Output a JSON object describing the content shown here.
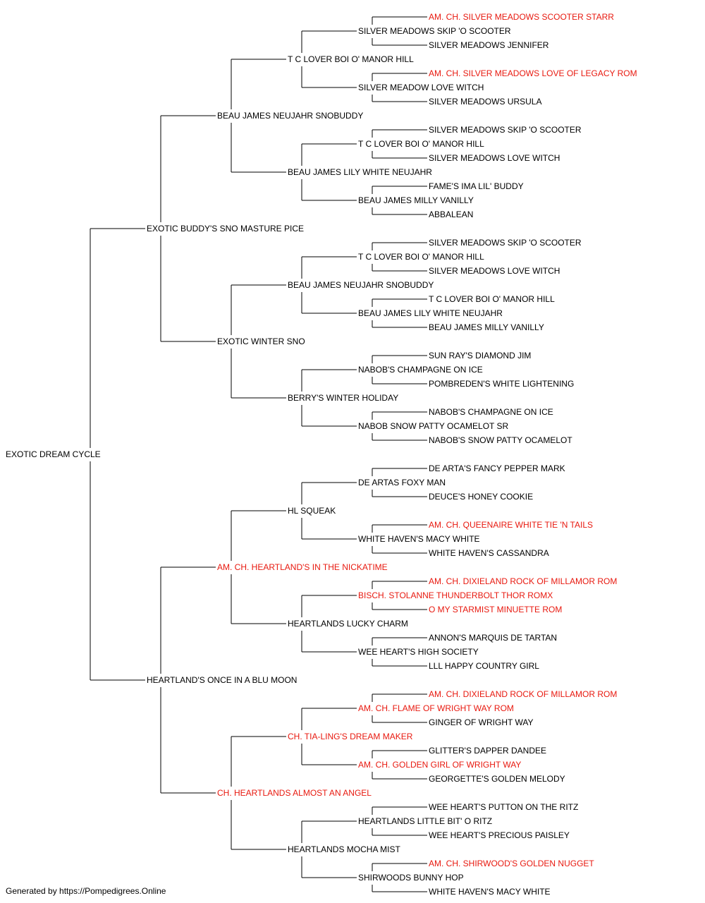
{
  "colors": {
    "champion": "#e8190f",
    "normal": "#000000",
    "lines": "#000000"
  },
  "pedigree": {
    "name": "EXOTIC DREAM CYCLE",
    "ch": false,
    "sire": {
      "name": "EXOTIC BUDDY'S SNO MASTURE PICE",
      "ch": false,
      "sire": {
        "name": "BEAU JAMES NEUJAHR SNOBUDDY",
        "ch": false,
        "sire": {
          "name": "T C LOVER BOI O' MANOR HILL",
          "ch": false,
          "sire": {
            "name": "SILVER MEADOWS SKIP 'O SCOOTER",
            "ch": false,
            "sire": {
              "name": "AM. CH. SILVER MEADOWS SCOOTER STARR",
              "ch": true
            },
            "dam": {
              "name": "SILVER MEADOWS JENNIFER",
              "ch": false
            }
          },
          "dam": {
            "name": "SILVER MEADOW LOVE WITCH",
            "ch": false,
            "sire": {
              "name": "AM. CH. SILVER MEADOWS LOVE OF LEGACY ROM",
              "ch": true
            },
            "dam": {
              "name": "SILVER MEADOWS URSULA",
              "ch": false
            }
          }
        },
        "dam": {
          "name": "BEAU JAMES LILY WHITE NEUJAHR",
          "ch": false,
          "sire": {
            "name": "T C LOVER BOI O' MANOR HILL",
            "ch": false,
            "sire": {
              "name": "SILVER MEADOWS SKIP 'O SCOOTER",
              "ch": false
            },
            "dam": {
              "name": "SILVER MEADOWS LOVE WITCH",
              "ch": false
            }
          },
          "dam": {
            "name": "BEAU JAMES MILLY VANILLY",
            "ch": false,
            "sire": {
              "name": "FAME'S IMA LIL' BUDDY",
              "ch": false
            },
            "dam": {
              "name": "ABBALEAN",
              "ch": false
            }
          }
        }
      },
      "dam": {
        "name": "EXOTIC WINTER SNO",
        "ch": false,
        "sire": {
          "name": "BEAU JAMES NEUJAHR SNOBUDDY",
          "ch": false,
          "sire": {
            "name": "T C LOVER BOI O' MANOR HILL",
            "ch": false,
            "sire": {
              "name": "SILVER MEADOWS SKIP 'O SCOOTER",
              "ch": false
            },
            "dam": {
              "name": "SILVER MEADOWS LOVE WITCH",
              "ch": false
            }
          },
          "dam": {
            "name": "BEAU JAMES LILY WHITE NEUJAHR",
            "ch": false,
            "sire": {
              "name": "T C LOVER BOI O' MANOR HILL",
              "ch": false
            },
            "dam": {
              "name": "BEAU JAMES MILLY VANILLY",
              "ch": false
            }
          }
        },
        "dam": {
          "name": "BERRY'S WINTER HOLIDAY",
          "ch": false,
          "sire": {
            "name": "NABOB'S CHAMPAGNE ON ICE",
            "ch": false,
            "sire": {
              "name": "SUN RAY'S DIAMOND JIM",
              "ch": false
            },
            "dam": {
              "name": "POMBREDEN'S WHITE LIGHTENING",
              "ch": false
            }
          },
          "dam": {
            "name": "NABOB SNOW PATTY OCAMELOT SR",
            "ch": false,
            "sire": {
              "name": "NABOB'S CHAMPAGNE ON ICE",
              "ch": false
            },
            "dam": {
              "name": "NABOB'S SNOW PATTY OCAMELOT",
              "ch": false
            }
          }
        }
      }
    },
    "dam": {
      "name": "HEARTLAND'S ONCE IN A BLU MOON",
      "ch": false,
      "sire": {
        "name": "AM. CH. HEARTLAND'S IN THE NICKATIME",
        "ch": true,
        "sire": {
          "name": "HL SQUEAK",
          "ch": false,
          "sire": {
            "name": "DE ARTAS FOXY MAN",
            "ch": false,
            "sire": {
              "name": "DE ARTA'S FANCY PEPPER MARK",
              "ch": false
            },
            "dam": {
              "name": "DEUCE'S HONEY COOKIE",
              "ch": false
            }
          },
          "dam": {
            "name": "WHITE HAVEN'S MACY WHITE",
            "ch": false,
            "sire": {
              "name": "AM. CH. QUEENAIRE WHITE TIE 'N TAILS",
              "ch": true
            },
            "dam": {
              "name": "WHITE HAVEN'S CASSANDRA",
              "ch": false
            }
          }
        },
        "dam": {
          "name": "HEARTLANDS LUCKY CHARM",
          "ch": false,
          "sire": {
            "name": "BISCH. STOLANNE THUNDERBOLT THOR ROMX",
            "ch": true,
            "sire": {
              "name": "AM. CH. DIXIELAND ROCK OF MILLAMOR ROM",
              "ch": true
            },
            "dam": {
              "name": "O MY STARMIST MINUETTE ROM",
              "ch": true
            }
          },
          "dam": {
            "name": "WEE HEART'S HIGH SOCIETY",
            "ch": false,
            "sire": {
              "name": "ANNON'S MARQUIS DE TARTAN",
              "ch": false
            },
            "dam": {
              "name": "LLL HAPPY COUNTRY GIRL",
              "ch": false
            }
          }
        }
      },
      "dam": {
        "name": "CH. HEARTLANDS ALMOST AN ANGEL",
        "ch": true,
        "sire": {
          "name": "CH. TIA-LING'S DREAM MAKER",
          "ch": true,
          "sire": {
            "name": "AM. CH. FLAME OF WRIGHT WAY ROM",
            "ch": true,
            "sire": {
              "name": "AM. CH. DIXIELAND ROCK OF MILLAMOR ROM",
              "ch": true
            },
            "dam": {
              "name": "GINGER OF WRIGHT WAY",
              "ch": false
            }
          },
          "dam": {
            "name": "AM. CH. GOLDEN GIRL OF WRIGHT WAY",
            "ch": true,
            "sire": {
              "name": "GLITTER'S DAPPER DANDEE",
              "ch": false
            },
            "dam": {
              "name": "GEORGETTE'S GOLDEN MELODY",
              "ch": false
            }
          }
        },
        "dam": {
          "name": "HEARTLANDS MOCHA MIST",
          "ch": false,
          "sire": {
            "name": "HEARTLANDS LITTLE BIT' O RITZ",
            "ch": false,
            "sire": {
              "name": "WEE HEART'S PUTTON ON THE RITZ",
              "ch": false
            },
            "dam": {
              "name": "WEE HEART'S PRECIOUS PAISLEY",
              "ch": false
            }
          },
          "dam": {
            "name": "SHIRWOODS BUNNY HOP",
            "ch": false,
            "sire": {
              "name": "AM. CH. SHIRWOOD'S GOLDEN NUGGET",
              "ch": true
            },
            "dam": {
              "name": "WHITE HAVEN'S MACY WHITE",
              "ch": false
            }
          }
        }
      }
    }
  },
  "footer": "Generated by https://Pompedigrees.Online"
}
